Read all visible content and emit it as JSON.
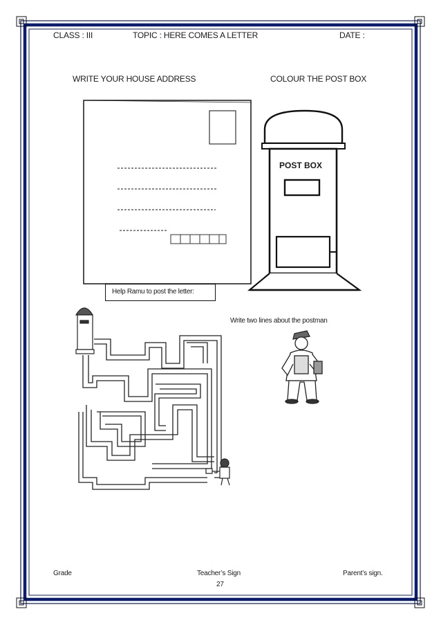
{
  "header": {
    "class_label": "CLASS : III",
    "topic_label": "TOPIC : HERE COMES A LETTER",
    "date_label": "DATE :"
  },
  "sections": {
    "address_title": "WRITE YOUR HOUSE ADDRESS",
    "postbox_title": "COLOUR THE POST BOX",
    "postbox_sign": "POST BOX",
    "maze_instruction": "Help Ramu to post the letter:",
    "postman_instruction": "Write two lines about the postman"
  },
  "footer": {
    "grade_label": "Grade",
    "teacher_label": "Teacher’s Sign",
    "parent_label": "Parent’s sign.",
    "page_number": "27"
  },
  "colors": {
    "border_navy": "#0b1d6e",
    "ink": "#1a1a1a"
  }
}
